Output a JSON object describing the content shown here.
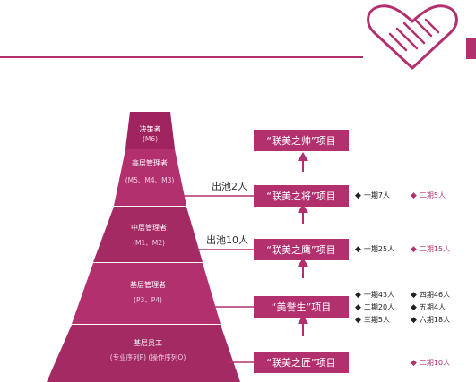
{
  "pyramid": {
    "levels": [
      {
        "title": "决策者",
        "sub": "(M6)"
      },
      {
        "title": "高层管理者",
        "sub": "(M5、M4、M3)"
      },
      {
        "title": "中层管理者",
        "sub": "(M1、M2)"
      },
      {
        "title": "基层管理者",
        "sub": "(P3、P4)"
      },
      {
        "title": "基层员工",
        "sub": "(专业序列P) (操作序列O)"
      }
    ]
  },
  "projects": [
    {
      "label": "“联美之帅”项目"
    },
    {
      "label": "“联美之将”项目"
    },
    {
      "label": "“联美之鹰”项目"
    },
    {
      "label": "“美誉生”项目"
    },
    {
      "label": "“联美之匠”项目"
    }
  ],
  "pools": [
    {
      "label": "出池2人"
    },
    {
      "label": "出池10人"
    }
  ],
  "stats": {
    "jiang": [
      {
        "text": "一期7人",
        "color": "#222222"
      },
      {
        "text": "二期5人",
        "color": "#b3306f"
      }
    ],
    "ying": [
      {
        "text": "一期25人",
        "color": "#222222"
      },
      {
        "text": "二期15人",
        "color": "#b3306f"
      }
    ],
    "meiyusheng": [
      {
        "text": "一期43人",
        "color": "#222222"
      },
      {
        "text": "二期20人",
        "color": "#222222"
      },
      {
        "text": "三期5人",
        "color": "#222222"
      },
      {
        "text": "四期46人",
        "color": "#222222"
      },
      {
        "text": "五期4人",
        "color": "#222222"
      },
      {
        "text": "六期18人",
        "color": "#222222"
      }
    ],
    "jiang2": [
      {
        "text": "二期10人",
        "color": "#b3306f"
      }
    ]
  },
  "colors": {
    "accent": "#b3306f",
    "pyramid": [
      "#a0245f",
      "#b3306f",
      "#a42a64",
      "#b3306f",
      "#a42a64"
    ]
  },
  "icons": {
    "logo": "handshake-heart-icon",
    "arrow": "arrow-up-icon",
    "bullet": "diamond-bullet"
  }
}
